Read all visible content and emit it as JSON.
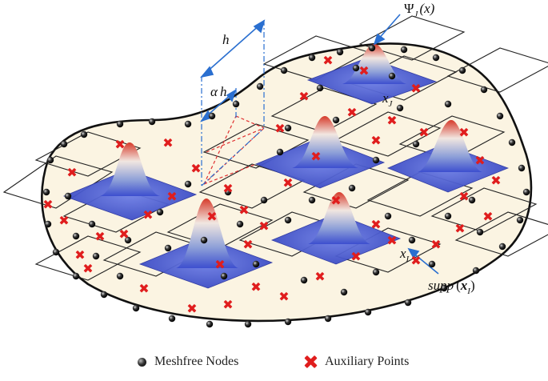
{
  "labels": {
    "h": "h",
    "alpha_h_alpha": "α",
    "alpha_h_h": "h",
    "psi_main": "Ψ",
    "psi_sub": "J",
    "psi_arg": "(x)",
    "xj_main": "x",
    "xj_sub": "J",
    "xi_main": "x",
    "xi_sub": "I",
    "supp_text": "supp",
    "supp_arg_open": "(",
    "supp_x": "x",
    "supp_sub": "I",
    "supp_close": ")"
  },
  "legend": {
    "nodes_label": "Meshfree Nodes",
    "aux_label": "Auxiliary Points"
  },
  "colors": {
    "domain_fill": "#fbf4e2",
    "boundary": "#111111",
    "patch": "#3d4fcf",
    "aux": "#e01d1d",
    "leader_blue": "#2a6fd0",
    "dash_red": "#e03030"
  }
}
